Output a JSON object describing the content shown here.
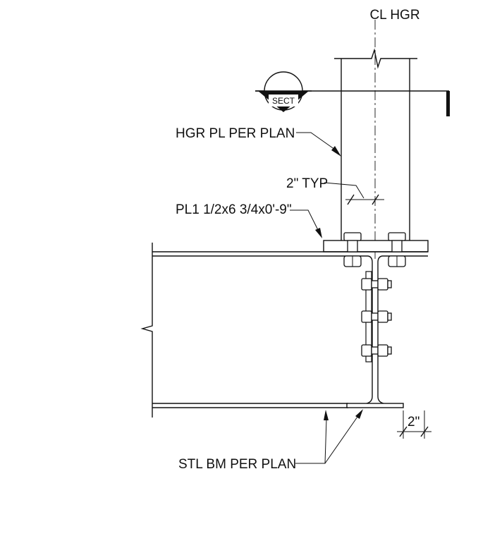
{
  "labels": {
    "centerline": "CL HGR",
    "section_marker": "SECT",
    "hanger_plate": "HGR PL PER PLAN",
    "typical_dim": "2\" TYP",
    "plate_size": "PL1 1/2x6 3/4x0'-9\"",
    "steel_beam": "STL BM PER PLAN",
    "edge_dim": "2\""
  }
}
